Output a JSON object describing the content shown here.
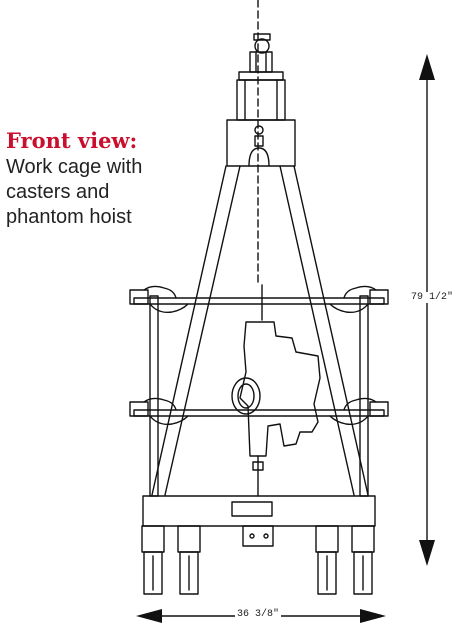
{
  "caption": {
    "title": "Front view:",
    "lines": [
      "Work cage with",
      "casters and",
      "phantom hoist"
    ]
  },
  "dimensions": {
    "height": "79 1/2\"",
    "width": "36 3/8\""
  },
  "colors": {
    "title": "#c8102e",
    "line": "#111111",
    "background": "#ffffff"
  }
}
